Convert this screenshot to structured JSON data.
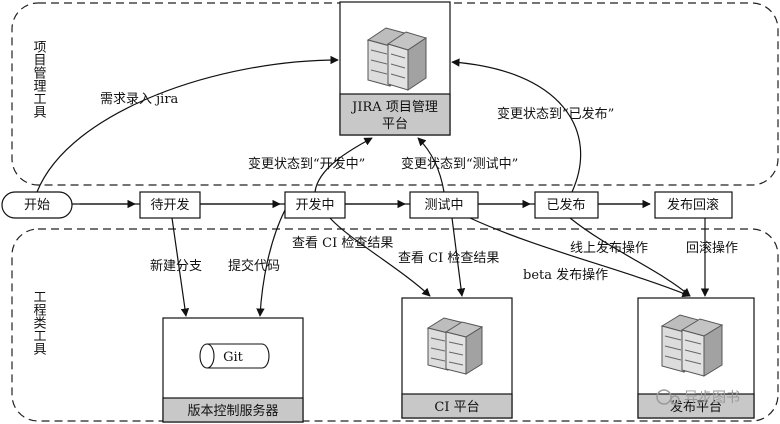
{
  "groups": {
    "top_label": "项目管理工具",
    "bottom_label": "工程类工具"
  },
  "flow": {
    "start": "开始",
    "s1": "待开发",
    "s2": "开发中",
    "s3": "测试中",
    "s4": "已发布",
    "s5": "发布回滚"
  },
  "platforms": {
    "jira_line1": "JIRA 项目管理",
    "jira_line2": "平台",
    "vcs": "版本控制服务器",
    "git": "Git",
    "ci": "CI 平台",
    "release": "发布平台"
  },
  "edges": {
    "req": "需求录入 jira",
    "to_dev": "变更状态到“开发中”",
    "to_test": "变更状态到“测试中”",
    "to_release": "变更状态到“已发布”",
    "branch": "新建分支",
    "commit": "提交代码",
    "ci_check1": "查看 CI 检查结果",
    "ci_check2": "查看 CI 检查结果",
    "beta": "beta 发布操作",
    "online": "线上发布操作",
    "rollback": "回滚操作"
  },
  "watermark": "异步图书"
}
